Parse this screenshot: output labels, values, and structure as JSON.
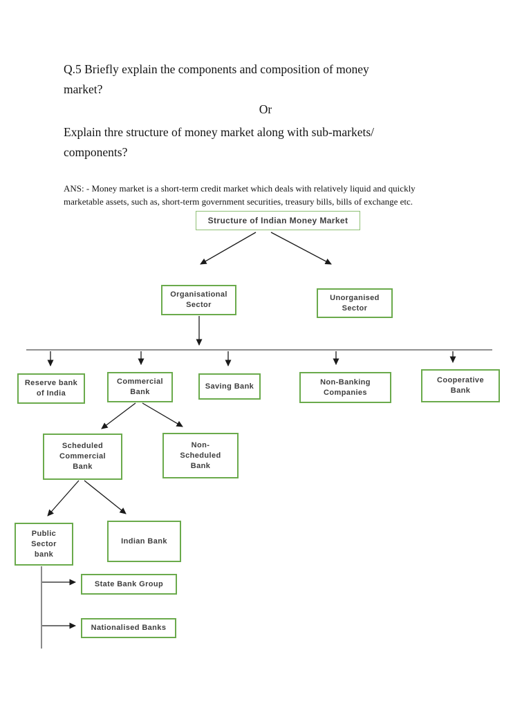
{
  "document": {
    "question_primary": "Q.5 Briefly explain the components and composition of money\nmarket?",
    "or_separator": "Or",
    "question_alternative": "Explain thre structure of money market along with sub-markets/\ncomponents?",
    "answer_intro": "ANS: - Money market is a short-term credit market which deals with relatively liquid and quickly\nmarketable assets, such as, short-term government securities, treasury bills, bills of exchange etc."
  },
  "diagram": {
    "title": "Structure of Indian Money Market",
    "nodes": {
      "organisational_sector": "Organisational\nSector",
      "unorganised_sector": "Unorganised\nSector",
      "reserve_bank": "Reserve bank\nof India",
      "commercial_bank": "Commercial\nBank",
      "saving_bank": "Saving Bank",
      "non_banking_companies": "Non-Banking\nCompanies",
      "cooperative_bank": "Cooperative\nBank",
      "scheduled_commercial_bank": "Scheduled\nCommercial\nBank",
      "non_scheduled_bank": "Non-\nScheduled\nBank",
      "public_sector_bank": "Public\nSector\nbank",
      "indian_bank": "Indian Bank",
      "state_bank_group": "State Bank Group",
      "nationalised_banks": "Nationalised Banks"
    },
    "colors": {
      "box_border": "#6aaa4b",
      "root_border": "#8fbf74",
      "box_text": "#3d3d3d",
      "arrow": "#1a1a1a",
      "connector_dark": "#4d4d4d",
      "connector_gray": "#8a8a8a"
    }
  }
}
